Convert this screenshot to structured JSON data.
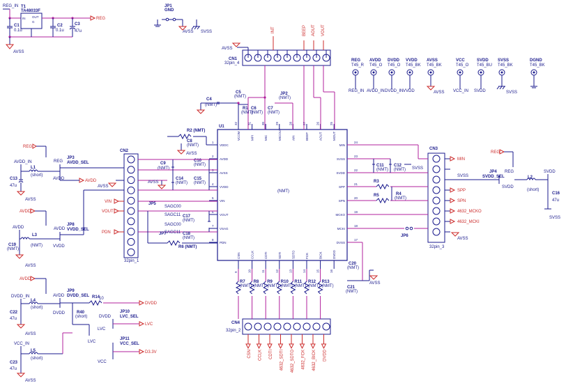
{
  "regulator": {
    "ref": "T1",
    "part": "TA48033F",
    "in_net": "REG_IN",
    "in_pin": "IN",
    "out_pin": "OUT",
    "gnd_pin": "G",
    "out_net": "REG",
    "c1": "C1",
    "c1v": "0.1u",
    "c2": "C2",
    "c2v": "0.1u",
    "c3": "C3",
    "c3v": "47u",
    "gnd": "AVSS"
  },
  "jp1": {
    "ref": "JP1",
    "label": "GND",
    "avss": "AVSS",
    "svss": "SVSS"
  },
  "cn1": {
    "ref": "CN1",
    "pkg": "32pin_4",
    "avss": "AVSS",
    "nets": [
      "INT",
      "BEEP",
      "AOUT",
      "VOUT"
    ]
  },
  "testpoints": [
    {
      "ref": "REG",
      "pkg": "T45_R",
      "net": "REG_IN"
    },
    {
      "ref": "AVDD",
      "pkg": "T45_O",
      "net": "AVDD_IN"
    },
    {
      "ref": "DVDD",
      "pkg": "T45_O",
      "net": "DVDD_IN"
    },
    {
      "ref": "VVDD",
      "pkg": "T45_BK",
      "net": "VVDD"
    },
    {
      "ref": "AVSS",
      "pkg": "T45_BK",
      "net": "AVSS"
    },
    {
      "ref": "VCC",
      "pkg": "T45_O",
      "net": "VCC_IN"
    },
    {
      "ref": "SVDD",
      "pkg": "T45_BU",
      "net": "SVDD"
    },
    {
      "ref": "SVSS",
      "pkg": "T45_BK",
      "net": "SVSS"
    },
    {
      "ref": "DGND",
      "pkg": "T45_BK",
      "net": ""
    }
  ],
  "u1": {
    "ref": "U1",
    "value": "(NMT)",
    "left_pins": [
      [
        "1",
        "VDDC"
      ],
      [
        "2",
        "AVDD"
      ],
      [
        "3",
        "AVSS"
      ],
      [
        "4",
        "VVDD"
      ],
      [
        "5",
        "VIN"
      ],
      [
        "6",
        "VOUT"
      ],
      [
        "7",
        "VSAG"
      ],
      [
        "8",
        "PDN"
      ]
    ],
    "right_pins": [
      [
        "24",
        "MIN"
      ],
      [
        "23",
        "SVSS"
      ],
      [
        "22",
        "SVDD"
      ],
      [
        "21",
        "SPP"
      ],
      [
        "20",
        "SPN"
      ],
      [
        "19",
        "MCKO"
      ],
      [
        "18",
        "MCKI"
      ],
      [
        "17",
        "DVSS"
      ]
    ],
    "top_pins": [
      [
        "32",
        "VCOM"
      ],
      [
        "31",
        "MPI"
      ],
      [
        "30",
        "MIC"
      ],
      [
        "29",
        "MICOUT"
      ],
      [
        "28",
        "AIN"
      ],
      [
        "27",
        "BEEP"
      ],
      [
        "26",
        "AOUT"
      ],
      [
        "25",
        "MOUT"
      ]
    ],
    "bottom_pins": [
      [
        "9",
        "CSN"
      ],
      [
        "10",
        "CCLK"
      ],
      [
        "11",
        "CDTI"
      ],
      [
        "12",
        "SDTI"
      ],
      [
        "13",
        "SDTO"
      ],
      [
        "14",
        "FCK"
      ],
      [
        "15",
        "BICK"
      ],
      [
        "16",
        "DVDD"
      ]
    ]
  },
  "cn2": {
    "ref": "CN2",
    "pkg": "32pin_1",
    "nets": [
      "REG",
      "AVDD",
      "AVSS",
      "VIN",
      "VOUT",
      "PDN"
    ],
    "avdd_sel": "AVDD_SEL",
    "jp3": "JP3",
    "jp3_net": "REG"
  },
  "cn3": {
    "ref": "CN3",
    "pkg": "32pin_3",
    "nets": [
      "MIN",
      "SVSS",
      "SPP",
      "SPN",
      "4632_MCKO",
      "4632_MCKI",
      "AVSS"
    ]
  },
  "cn4": {
    "ref": "CN4",
    "pkg": "32pin_2",
    "nets": [
      "CSN",
      "CCLK",
      "CDTI",
      "4632_SDTI",
      "4632_SDTO",
      "4632_FCK",
      "4632_BICK",
      "DVDD"
    ]
  },
  "top_caps": {
    "c4": "C4",
    "c4v": "(NMT)",
    "c5": "C5",
    "c5v": "(NMT)",
    "r1": "R1",
    "r1v": "(NMT)",
    "c6": "C6",
    "c6v": "(NMT)",
    "c7": "C7",
    "c7v": "(NMT)",
    "jp2": "JP2",
    "jp2v": "(NMT)"
  },
  "left_parts": {
    "r2": "R2 (NMT)",
    "c8": "C8",
    "c8v": "(NMT)",
    "avss": "AVSS",
    "c9": "C9",
    "c9v": "(NMT)",
    "c10": "C10",
    "c10v": "(NMT)",
    "c14": "C14",
    "c14v": "(NMT)",
    "c15": "C15",
    "c15v": "(NMT)",
    "jp5": "JP5",
    "sagc00": "SAGC00",
    "sagc11": "SAGC11",
    "c17": "C17",
    "c17v": "(NMT)",
    "jp7": "JP7",
    "sagc00b": "SAGC00",
    "sagc11b": "SAGC11",
    "c18": "C18",
    "c18v": "(NMT)",
    "r6": "R6 (NMT)",
    "avdd_net": "AVDD",
    "avss_net": "AVSS"
  },
  "right_parts": {
    "c11": "C11",
    "c11v": "(NMT)",
    "c12": "C12",
    "c12v": "(NMT)",
    "svss": "SVSS",
    "svdd": "SVDD",
    "r3": "R3",
    "r4": "R4",
    "r4v": "(NMT)",
    "r5": "R5",
    "jp6": "JP6",
    "c20": "C20",
    "c20v": "(NMT)",
    "c21": "C21",
    "c21v": "(NMT)",
    "avss": "AVSS",
    "nmt": "(NMT)"
  },
  "bottom_res": [
    "R7",
    "R8",
    "R9",
    "R10",
    "R11",
    "R12",
    "R13"
  ],
  "bottom_res_v": "(NMT)",
  "avdd_block": {
    "net_in": "AVDD_IN",
    "l1": "L1",
    "l1v": "(short)",
    "c13": "C13",
    "c13v": "47u",
    "avss": "AVSS",
    "reg": "REG",
    "avdd": "AVDD",
    "jp3": "JP3",
    "sel": "AVDD_SEL"
  },
  "vvdd_block": {
    "l3": "L3",
    "l3v": "(NMT)",
    "c19": "C19",
    "c19v": "(NMT)",
    "avss": "AVSS",
    "avdd": "AVDD",
    "vvdd": "VVDD",
    "jp8": "JP8",
    "sel": "VVDD_SEL"
  },
  "dvdd_block": {
    "net_in": "DVDD_IN",
    "l4": "L4",
    "l4v": "(short)",
    "c22": "C22",
    "c22v": "47u",
    "avss": "AVSS",
    "avdd": "AVDD",
    "dvdd": "DVDD",
    "jp9": "JP9",
    "sel": "DVDD_SEL",
    "r14": "R14",
    "r14v": "10",
    "r40": "R40",
    "r40v": "(short)",
    "jp10": "JP10",
    "lvc_sel": "LVC_SEL",
    "dvdd2": "DVDD",
    "lvc": "LVC",
    "jp11": "JP11",
    "vcc_sel": "VCC_SEL",
    "lvc2": "LVC",
    "vcc": "VCC",
    "out_dvdd": "DVDD",
    "out_lvc": "LVC",
    "out_d33": "D3.3V"
  },
  "vcc_block": {
    "net_in": "VCC_IN",
    "l5": "L5",
    "l5v": "(short)",
    "c23": "C23",
    "c23v": "47u",
    "avss": "AVSS"
  },
  "svdd_block": {
    "reg": "REG",
    "jp4": "JP4",
    "sel": "SVDD_SEL",
    "svdd": "SVDD",
    "l2": "L2",
    "l2v": "(short)",
    "svdd2": "SVDD",
    "c16": "C16",
    "c16v": "47u",
    "svss": "SVSS"
  },
  "power_labels": {
    "reg": "REG",
    "avdd": "AVDD",
    "vin": "VIN",
    "vout": "VOUT",
    "pdn": "PDN",
    "reg2": "REG",
    "avdd2": "AVDD"
  }
}
